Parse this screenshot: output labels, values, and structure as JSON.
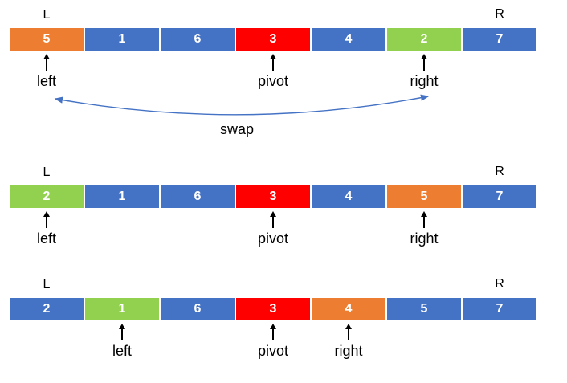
{
  "palette": {
    "blue": "#4472C4",
    "orange": "#ED7D31",
    "red": "#FF0000",
    "green": "#92D050",
    "arrow_blue": "#4472C4",
    "text_black": "#000000"
  },
  "rows": [
    {
      "left_bound_label": "L",
      "right_bound_label": "R",
      "cells": [
        {
          "value": "5",
          "color": "#ED7D31"
        },
        {
          "value": "1",
          "color": "#4472C4"
        },
        {
          "value": "6",
          "color": "#4472C4"
        },
        {
          "value": "3",
          "color": "#FF0000"
        },
        {
          "value": "4",
          "color": "#4472C4"
        },
        {
          "value": "2",
          "color": "#92D050"
        },
        {
          "value": "7",
          "color": "#4472C4"
        }
      ],
      "pointers": [
        {
          "label": "left",
          "cell_index": 0
        },
        {
          "label": "pivot",
          "cell_index": 3
        },
        {
          "label": "right",
          "cell_index": 5
        }
      ],
      "swap_label": "swap"
    },
    {
      "left_bound_label": "L",
      "right_bound_label": "R",
      "cells": [
        {
          "value": "2",
          "color": "#92D050"
        },
        {
          "value": "1",
          "color": "#4472C4"
        },
        {
          "value": "6",
          "color": "#4472C4"
        },
        {
          "value": "3",
          "color": "#FF0000"
        },
        {
          "value": "4",
          "color": "#4472C4"
        },
        {
          "value": "5",
          "color": "#ED7D31"
        },
        {
          "value": "7",
          "color": "#4472C4"
        }
      ],
      "pointers": [
        {
          "label": "left",
          "cell_index": 0
        },
        {
          "label": "pivot",
          "cell_index": 3
        },
        {
          "label": "right",
          "cell_index": 5
        }
      ]
    },
    {
      "left_bound_label": "L",
      "right_bound_label": "R",
      "cells": [
        {
          "value": "2",
          "color": "#4472C4"
        },
        {
          "value": "1",
          "color": "#92D050"
        },
        {
          "value": "6",
          "color": "#4472C4"
        },
        {
          "value": "3",
          "color": "#FF0000"
        },
        {
          "value": "4",
          "color": "#ED7D31"
        },
        {
          "value": "5",
          "color": "#4472C4"
        },
        {
          "value": "7",
          "color": "#4472C4"
        }
      ],
      "pointers": [
        {
          "label": "left",
          "cell_index": 1
        },
        {
          "label": "pivot",
          "cell_index": 3
        },
        {
          "label": "right",
          "cell_index": 4
        }
      ]
    }
  ]
}
